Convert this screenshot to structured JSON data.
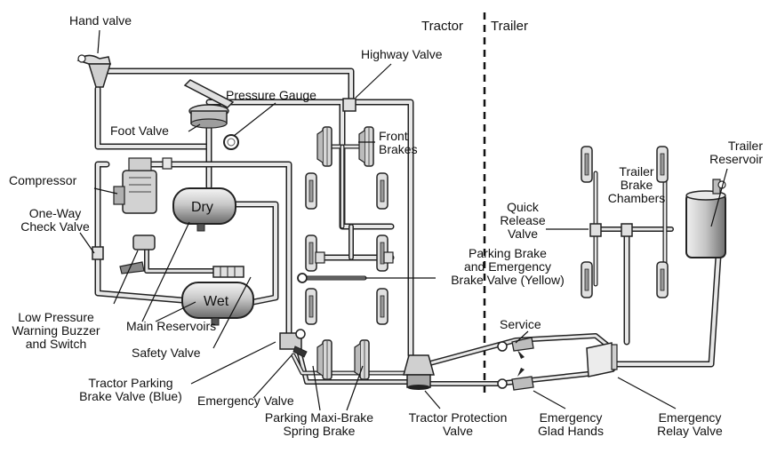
{
  "sections": {
    "left": "Tractor",
    "right": "Trailer"
  },
  "labels": {
    "hand_valve": "Hand valve",
    "highway_valve": "Highway Valve",
    "pressure_gauge": "Pressure Gauge",
    "foot_valve": "Foot Valve",
    "front_brakes_l1": "Front",
    "front_brakes_l2": "Brakes",
    "compressor": "Compressor",
    "one_way_l1": "One-Way",
    "one_way_l2": "Check Valve",
    "low_pressure_l1": "Low Pressure",
    "low_pressure_l2": "Warning Buzzer",
    "low_pressure_l3": "and Switch",
    "main_reservoirs": "Main Reservoirs",
    "safety_valve": "Safety Valve",
    "tractor_parking_l1": "Tractor Parking",
    "tractor_parking_l2": "Brake Valve (Blue)",
    "emergency_valve": "Emergency Valve",
    "parking_maxi_l1": "Parking Maxi-Brake",
    "parking_maxi_l2": "Spring Brake",
    "tractor_protection_l1": "Tractor Protection",
    "tractor_protection_l2": "Valve",
    "parking_emergency_l1": "Parking Brake",
    "parking_emergency_l2": "and Emergency",
    "parking_emergency_l3": "Brake Valve (Yellow)",
    "quick_release_l1": "Quick",
    "quick_release_l2": "Release",
    "quick_release_l3": "Valve",
    "trailer_chambers_l1": "Trailer",
    "trailer_chambers_l2": "Brake",
    "trailer_chambers_l3": "Chambers",
    "trailer_reservoir_l1": "Trailer",
    "trailer_reservoir_l2": "Reservoir",
    "service": "Service",
    "emergency_glad_l1": "Emergency",
    "emergency_glad_l2": "Glad Hands",
    "emergency_relay_l1": "Emergency",
    "emergency_relay_l2": "Relay Valve",
    "dry_tank": "Dry",
    "wet_tank": "Wet"
  }
}
